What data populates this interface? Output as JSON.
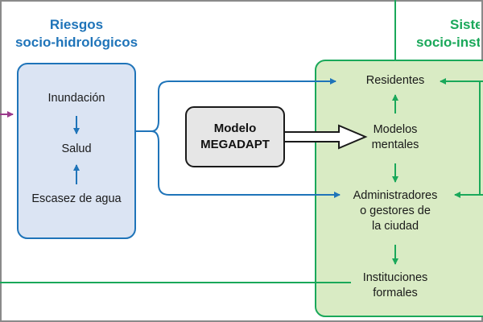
{
  "left_panel": {
    "title_line1": "Riesgos",
    "title_line2": "socio-hidrológicos",
    "items": [
      "Inundación",
      "Salud",
      "Escasez de agua"
    ]
  },
  "center": {
    "model_line1": "Modelo",
    "model_line2": "MEGADAPT"
  },
  "right_panel": {
    "title_line1_partial": "Siste",
    "title_line2_partial": "socio-inst",
    "nodes": {
      "residentes": "Residentes",
      "modelos_1": "Modelos",
      "modelos_2": "mentales",
      "admin_1": "Administradores",
      "admin_2": "o gestores de",
      "admin_3": "la ciudad",
      "inst_1": "Instituciones",
      "inst_2": "formales"
    }
  },
  "colors": {
    "blue": "#1f74b9",
    "green": "#1aa85a",
    "blue_fill": "#dbe4f3",
    "green_fill": "#d9ebc4",
    "model_fill": "#e6e6e6",
    "magenta": "#9b3a8c"
  }
}
